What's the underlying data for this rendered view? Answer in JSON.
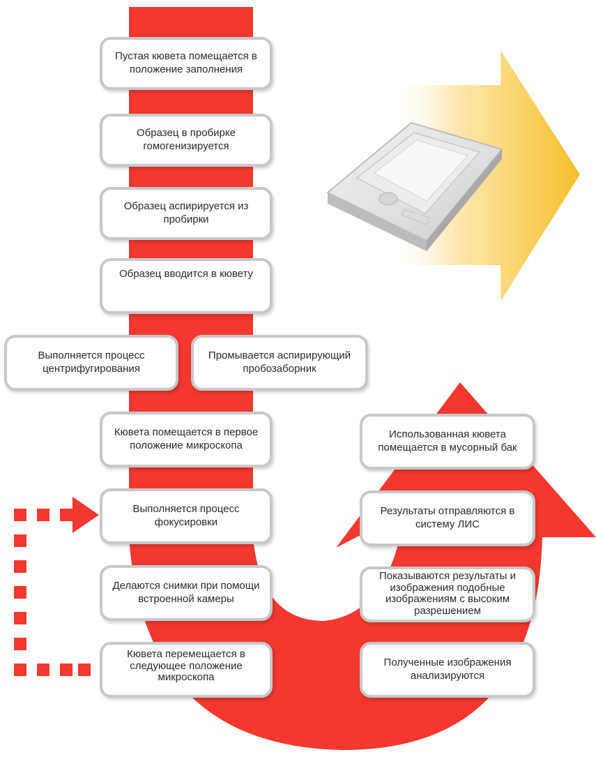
{
  "colors": {
    "arrow_red": "#f2382f",
    "box_border": "#c8c8c8",
    "yellow_arrow": "#f6bf2a"
  },
  "images": {
    "cuvette": "cuvette-icon"
  },
  "steps": {
    "s1": "Пустая кювета помещается в положение заполнения",
    "s2": "Образец в пробирке гомогенизируется",
    "s3": "Образец аспирируется из пробирки",
    "s4": "Образец вводится в кювету",
    "s5a": "Выполняется процесс центрифугирования",
    "s5b": "Промывается аспирирующий пробозаборник",
    "s6": "Кювета помещается в первое положение микроскопа",
    "s7": "Выполняется процесс фокусировки",
    "s8": "Делаются снимки при помощи встроенной камеры",
    "s9": "Кювета перемещается в следующее положение микроскопа",
    "r1": "Полученные изображения анализируются",
    "r2": "Показываются результаты и изображения подобные изображениям с высоким разрешением",
    "r3": "Результаты отправляются в систему ЛИС",
    "r4": "Использованная кювета помещается в мусорный бак"
  }
}
